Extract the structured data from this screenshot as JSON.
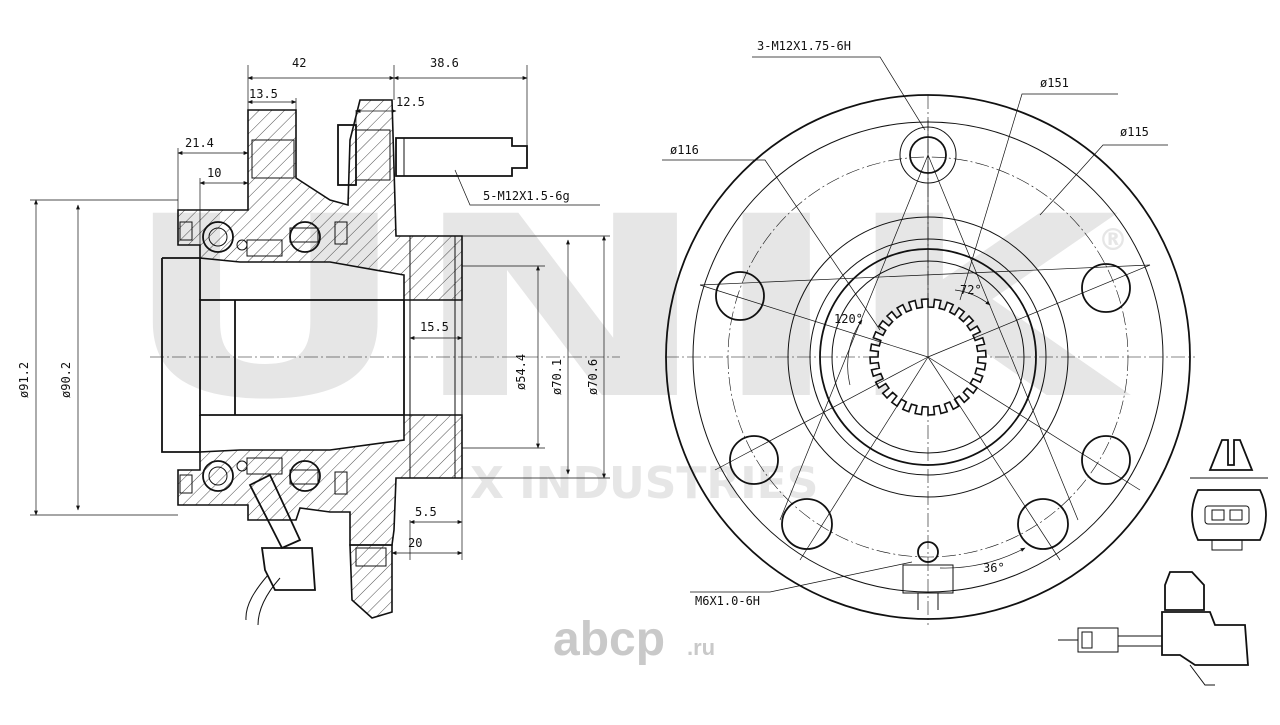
{
  "watermark": {
    "brand": "UNIK",
    "tagline": "X INDUSTRIES",
    "registered": "®"
  },
  "logo": {
    "name": "abcp",
    "suffix": ".ru",
    "color": "#c9c9c9"
  },
  "side_view": {
    "dimensions": {
      "d42": "42",
      "d38_6": "38.6",
      "d13_5": "13.5",
      "d12_5": "12.5",
      "d21_4": "21.4",
      "d10": "10",
      "stud_thread": "5-M12X1.5-6g",
      "d15_5": "15.5",
      "dia54_4": "ø54.4",
      "dia70_1": "ø70.1",
      "dia70_6": "ø70.6",
      "dia91_2": "ø91.2",
      "dia90_2": "ø90.2",
      "d5_5": "5.5",
      "d20": "20"
    }
  },
  "front_view": {
    "dimensions": {
      "thread_holes": "3-M12X1.75-6H",
      "dia151": "ø151",
      "dia115": "ø115",
      "dia116": "ø116",
      "angle72": "72°",
      "angle120": "120°",
      "angle36": "36°",
      "sensor_thread": "M6X1.0-6H"
    }
  }
}
